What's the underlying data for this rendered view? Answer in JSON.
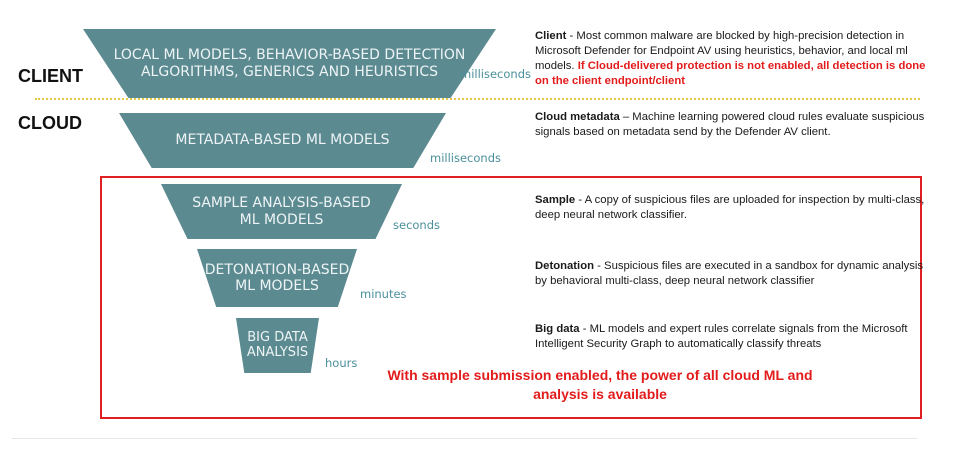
{
  "zones": {
    "client": "CLIENT",
    "cloud": "CLOUD"
  },
  "funnel": [
    {
      "label_line1": "LOCAL ML MODELS, BEHAVIOR-BASED DETECTION",
      "label_line2": "ALGORITHMS, GENERICS AND HEURISTICS",
      "time": "milliseconds"
    },
    {
      "label_line1": "METADATA-BASED ML MODELS",
      "label_line2": "",
      "time": "milliseconds"
    },
    {
      "label_line1": "SAMPLE ANALYSIS-BASED",
      "label_line2": "ML MODELS",
      "time": "seconds"
    },
    {
      "label_line1": "DETONATION-BASED",
      "label_line2": "ML MODELS",
      "time": "minutes"
    },
    {
      "label_line1": "BIG DATA",
      "label_line2": "ANALYSIS",
      "time": "hours"
    }
  ],
  "descriptions": [
    {
      "title": "Client",
      "text": " - Most common malware are blocked by high-precision detection in Microsoft Defender for Endpoint AV using heuristics, behavior, and local ml models. ",
      "warning": "If Cloud-delivered protection is not enabled, all detection is done on the client endpoint/client"
    },
    {
      "title": "Cloud metadata",
      "text": " – Machine learning powered cloud rules evaluate suspicious signals based on metadata send by the Defender AV client.",
      "warning": ""
    },
    {
      "title": "Sample",
      "text": " - A copy of suspicious files are uploaded for inspection by multi-class, deep neural network classifier.",
      "warning": ""
    },
    {
      "title": "Detonation",
      "text": " - Suspicious files are executed in a sandbox for dynamic analysis by behavioral multi-class, deep neural network classifier",
      "warning": ""
    },
    {
      "title": "Big data",
      "text": " - ML models and expert rules correlate signals from the Microsoft Intelligent Security Graph to automatically classify threats",
      "warning": ""
    }
  ],
  "footer": {
    "line1": "With sample submission enabled, the power of all cloud ML and",
    "line2": "analysis is available"
  },
  "colors": {
    "funnel": "#5b8a91",
    "time_text": "#4a8f9c",
    "highlight": "#e02020",
    "divider": "#e8c64a"
  }
}
